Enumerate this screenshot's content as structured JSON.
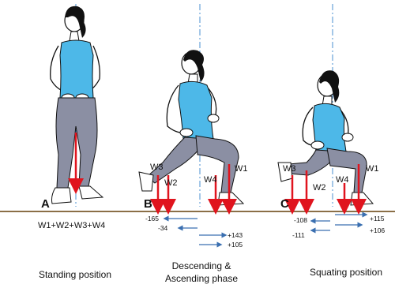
{
  "colors": {
    "shirt": "#4db8e8",
    "leggings": "#8b8fa3",
    "skin": "#ffffff",
    "hair": "#111111",
    "force_arrow": "#e0141e",
    "moment_arrow": "#3a6fb0",
    "centerline": "#4a8fd0",
    "ground": "#8b6f47"
  },
  "panels": [
    {
      "letter": "A",
      "formula": "W1+W2+W3+W4",
      "caption": "Standing position"
    },
    {
      "letter": "B",
      "w_labels": [
        "W3",
        "W2",
        "W4",
        "W1"
      ],
      "values_left": [
        "-165",
        "-34"
      ],
      "values_right": [
        "+143",
        "+105"
      ],
      "caption_line1": "Descending &",
      "caption_line2": "Ascending phase"
    },
    {
      "letter": "C",
      "w_labels": [
        "W3",
        "W2",
        "W4",
        "W1"
      ],
      "values_left": [
        "-108",
        "-111"
      ],
      "values_right": [
        "+115",
        "+106"
      ],
      "caption": "Squating position"
    }
  ]
}
